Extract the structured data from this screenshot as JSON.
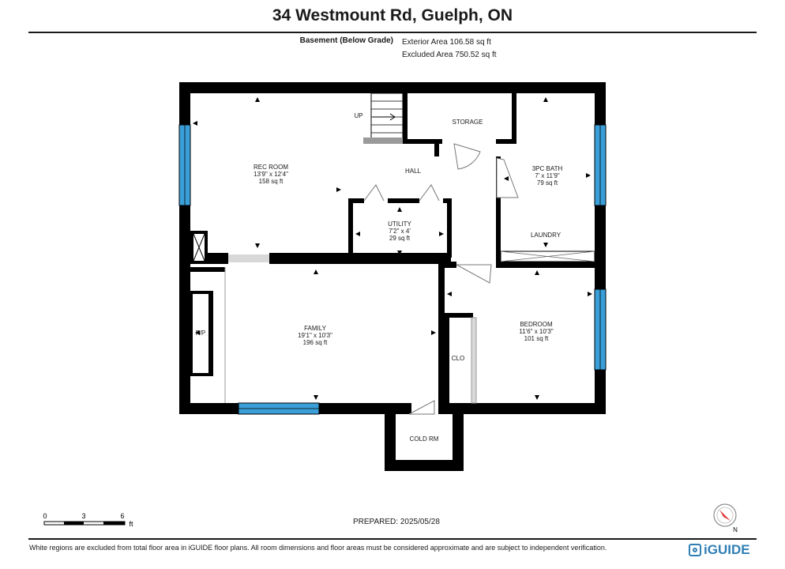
{
  "header": {
    "address": "34 Westmount Rd, Guelph, ON",
    "level": "Basement (Below Grade)",
    "exterior_area": "Exterior Area 106.58 sq ft",
    "excluded_area": "Excluded Area 750.52 sq ft"
  },
  "rooms": {
    "rec_room": {
      "name": "REC ROOM",
      "dims": "13'9\" x 12'4\"",
      "area": "158 sq ft"
    },
    "utility": {
      "name": "UTILITY",
      "dims": "7'2\" x 4'",
      "area": "29 sq ft"
    },
    "bath": {
      "name": "3PC BATH",
      "dims": "7' x 11'9\"",
      "area": "79 sq ft"
    },
    "family": {
      "name": "FAMILY",
      "dims": "19'1\" x 10'3\"",
      "area": "196 sq ft"
    },
    "bedroom": {
      "name": "BEDROOM",
      "dims": "11'6\" x 10'3\"",
      "area": "101 sq ft"
    }
  },
  "labels": {
    "up": "UP",
    "storage": "STORAGE",
    "hall": "HALL",
    "laundry": "LAUNDRY",
    "fireplace": "F/P",
    "closet": "CLO",
    "cold_room": "COLD RM"
  },
  "scale": {
    "ticks": [
      "0",
      "3",
      "6"
    ],
    "unit": "ft"
  },
  "compass": {
    "label": "N"
  },
  "footer": {
    "prepared": "PREPARED: 2025/05/28",
    "disclaimer": "White regions are excluded from total floor area in iGUIDE floor plans. All room dimensions and floor areas must be considered approximate and are subject to independent verification.",
    "brand": "iGUIDE"
  },
  "colors": {
    "wall": "#000000",
    "window": "#3a9fd8",
    "door": "#d8d8d8"
  }
}
